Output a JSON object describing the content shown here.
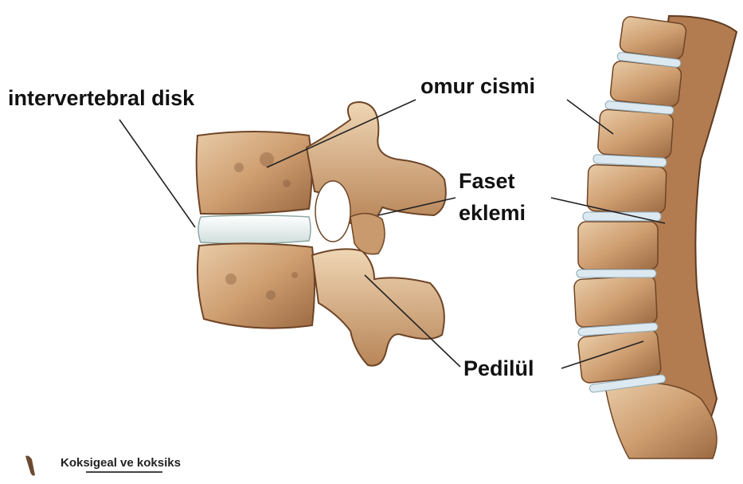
{
  "labels": {
    "intervertebral_disk": "intervertebral disk",
    "omur_cismi": "omur cismi",
    "faset_line1": "Faset",
    "faset_line2": "eklemi",
    "pedilul": "Pedilül"
  },
  "footnote": "Koksigeal ve koksiks",
  "colors": {
    "bone": "#d9b48c",
    "bone_dark": "#8a5a35",
    "disk": "#eef3f2",
    "line": "#222222"
  }
}
